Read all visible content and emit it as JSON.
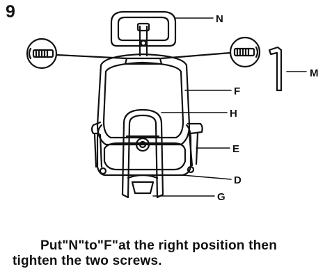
{
  "step_number": "9",
  "callouts": {
    "N": "N",
    "M": "M",
    "F": "F",
    "H": "H",
    "E": "E",
    "D": "D",
    "G": "G"
  },
  "caption": {
    "line1": "Put\"N\"to\"F\"at the right position then",
    "line2": "tighten the two screws."
  }
}
